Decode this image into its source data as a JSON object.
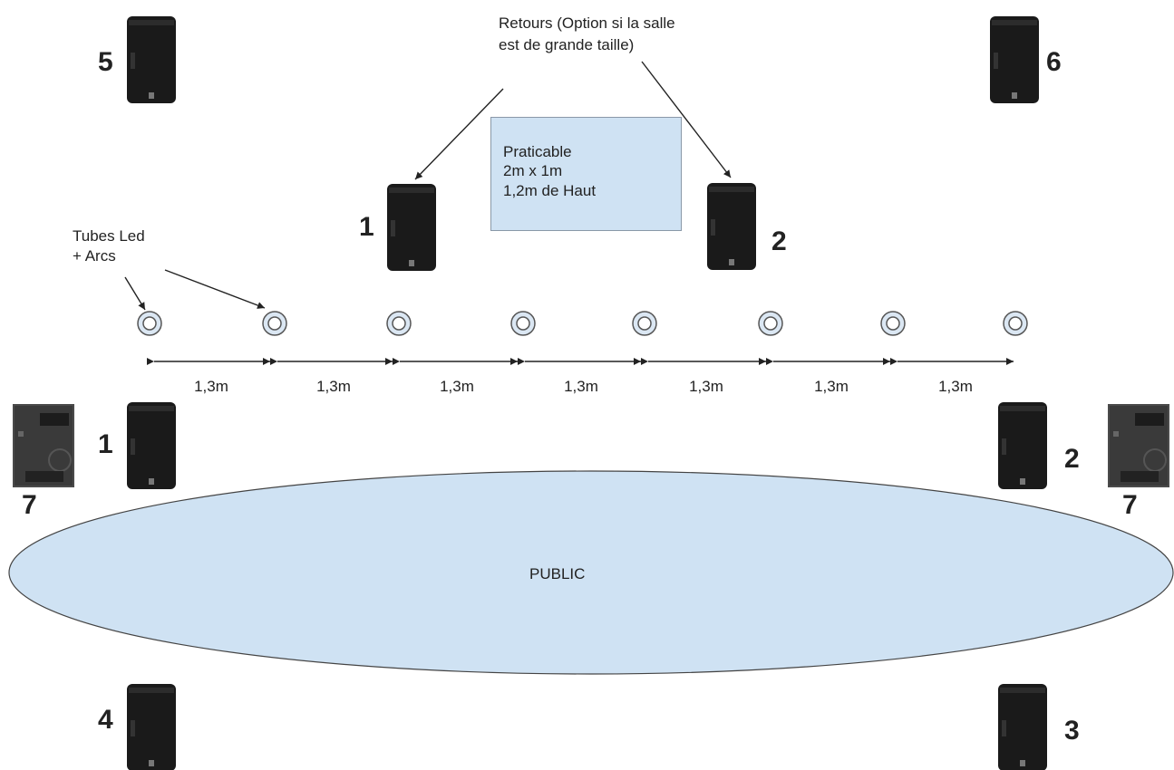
{
  "annotations": {
    "retours": "Retours (Option si la salle est de grande taille)",
    "tubes_line1": "Tubes Led",
    "tubes_line2": "+ Arcs"
  },
  "praticable": {
    "line1": "Praticable",
    "line2": "2m x 1m",
    "line3": "1,2m de Haut"
  },
  "audience": {
    "label": "PUBLIC"
  },
  "distance_label": "1,3m",
  "speaker_numbers": {
    "top_left": "5",
    "top_right": "6",
    "monitor_left": "1",
    "monitor_right": "2",
    "main_left": "1",
    "main_right": "2",
    "sub_left": "7",
    "sub_right": "7",
    "rear_left": "4",
    "rear_right": "3"
  },
  "colors": {
    "fill_blue": "#cfe2f3",
    "speaker_black": "#1a1a1a",
    "sub_gray": "#4a4a4a"
  }
}
